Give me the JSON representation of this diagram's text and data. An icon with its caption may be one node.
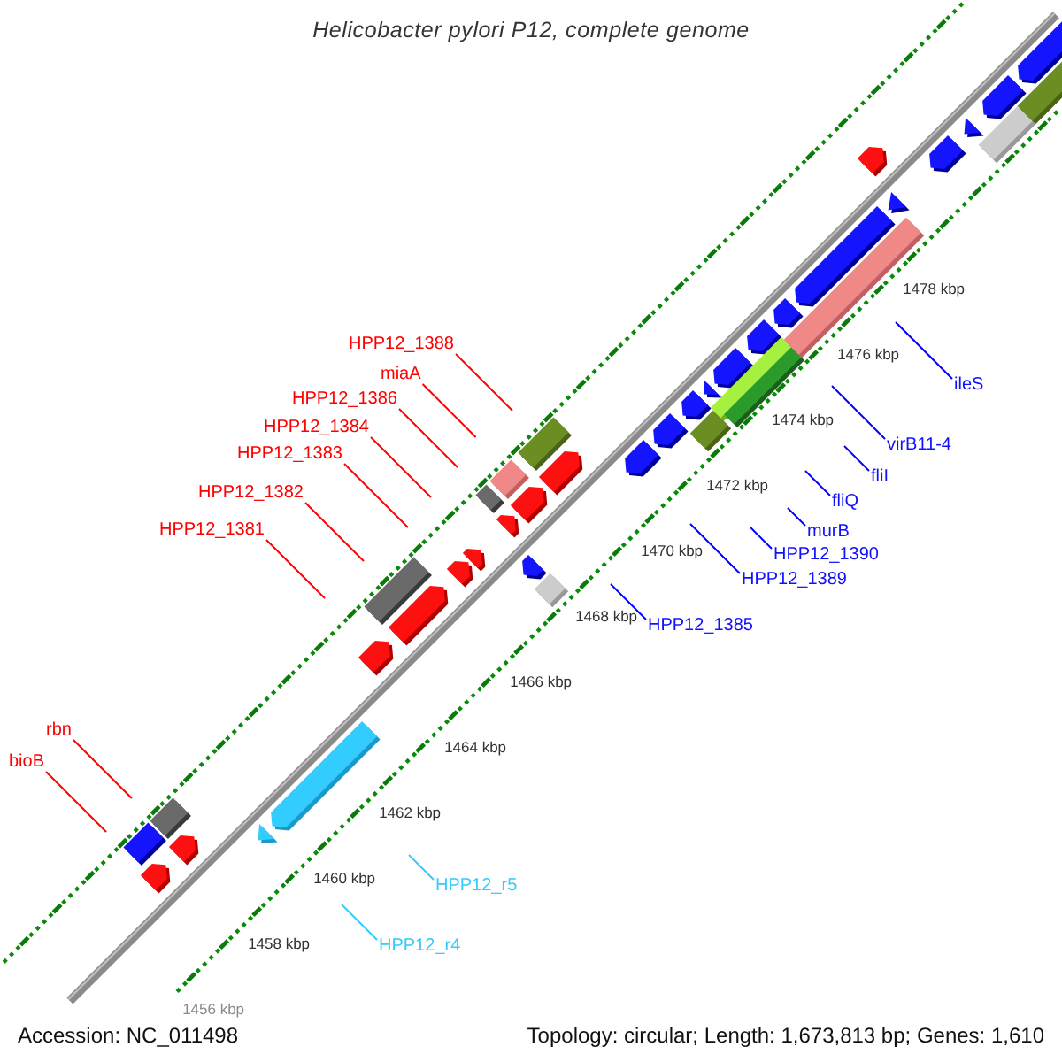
{
  "diagram": {
    "title": "Helicobacter pylori P12, complete genome",
    "nodes": [
      {
        "text": [
          "HPP12_1388"
        ]
      },
      {
        "text": [
          "miaA"
        ]
      },
      {
        "text": [
          "HPP12_1386"
        ]
      },
      {
        "text": [
          "HPP12_1384"
        ]
      },
      {
        "text": [
          "HPP12_1383"
        ]
      },
      {
        "text": [
          "HPP12_1382"
        ]
      },
      {
        "text": [
          "HPP12_1381"
        ]
      },
      {
        "text": [
          "ileS"
        ]
      },
      {
        "text": [
          "virB11-4"
        ]
      },
      {
        "text": [
          "fliI"
        ]
      },
      {
        "text": [
          "fliQ"
        ]
      },
      {
        "text": [
          "murB"
        ]
      },
      {
        "text": [
          "HPP12_1390"
        ]
      },
      {
        "text": [
          "HPP12_1389"
        ]
      },
      {
        "text": [
          "HPP12_1385"
        ]
      },
      {
        "text": [
          "rbn"
        ]
      },
      {
        "text": [
          "bioB"
        ]
      },
      {
        "text": [
          "HPP12_r5"
        ]
      },
      {
        "text": [
          "HPP12_r4"
        ]
      }
    ],
    "edges": [
      {
        "from": 0,
        "to": null,
        "arrow": "none"
      },
      {
        "from": 1,
        "to": null,
        "arrow": "none"
      },
      {
        "from": 2,
        "to": null,
        "arrow": "none"
      },
      {
        "from": 3,
        "to": null,
        "arrow": "none"
      },
      {
        "from": 4,
        "to": null,
        "arrow": "none"
      },
      {
        "from": 5,
        "to": null,
        "arrow": "none"
      },
      {
        "from": 6,
        "to": null,
        "arrow": "none"
      },
      {
        "from": 7,
        "to": null,
        "arrow": "none",
        "color": "#0000ff"
      },
      {
        "from": 8,
        "to": null,
        "arrow": "none",
        "color": "#0000ff"
      },
      {
        "from": 9,
        "to": null,
        "arrow": "none",
        "color": "#0000ff"
      },
      {
        "from": 10,
        "to": null,
        "arrow": "none",
        "color": "#0000ff"
      },
      {
        "from": 11,
        "to": null,
        "arrow": "none",
        "color": "#0000ff"
      },
      {
        "from": 12,
        "to": null,
        "arrow": "none",
        "color": "#0000ff"
      },
      {
        "from": 13,
        "to": null,
        "arrow": "none",
        "color": "#0000ff"
      },
      {
        "from": 14,
        "to": null,
        "arrow": "none",
        "color": "#0000ff"
      },
      {
        "from": 15,
        "to": null,
        "arrow": "none"
      },
      {
        "from": 16,
        "to": null,
        "arrow": "none"
      },
      {
        "from": 17,
        "to": null,
        "arrow": "none",
        "color": "#33ccff"
      },
      {
        "from": 18,
        "to": null,
        "arrow": "none",
        "color": "#33ccff"
      }
    ],
    "labels": [
      "1456 kbp",
      "1458 kbp",
      "1460 kbp",
      "1462 kbp",
      "1464 kbp",
      "1466 kbp",
      "1468 kbp",
      "1470 kbp",
      "1472 kbp",
      "1474 kbp",
      "1476 kbp",
      "1478 kbp",
      "Accession: NC_011498",
      "Topology: circular; Length: 1,673,813 bp; Genes: 1,610"
    ]
  }
}
